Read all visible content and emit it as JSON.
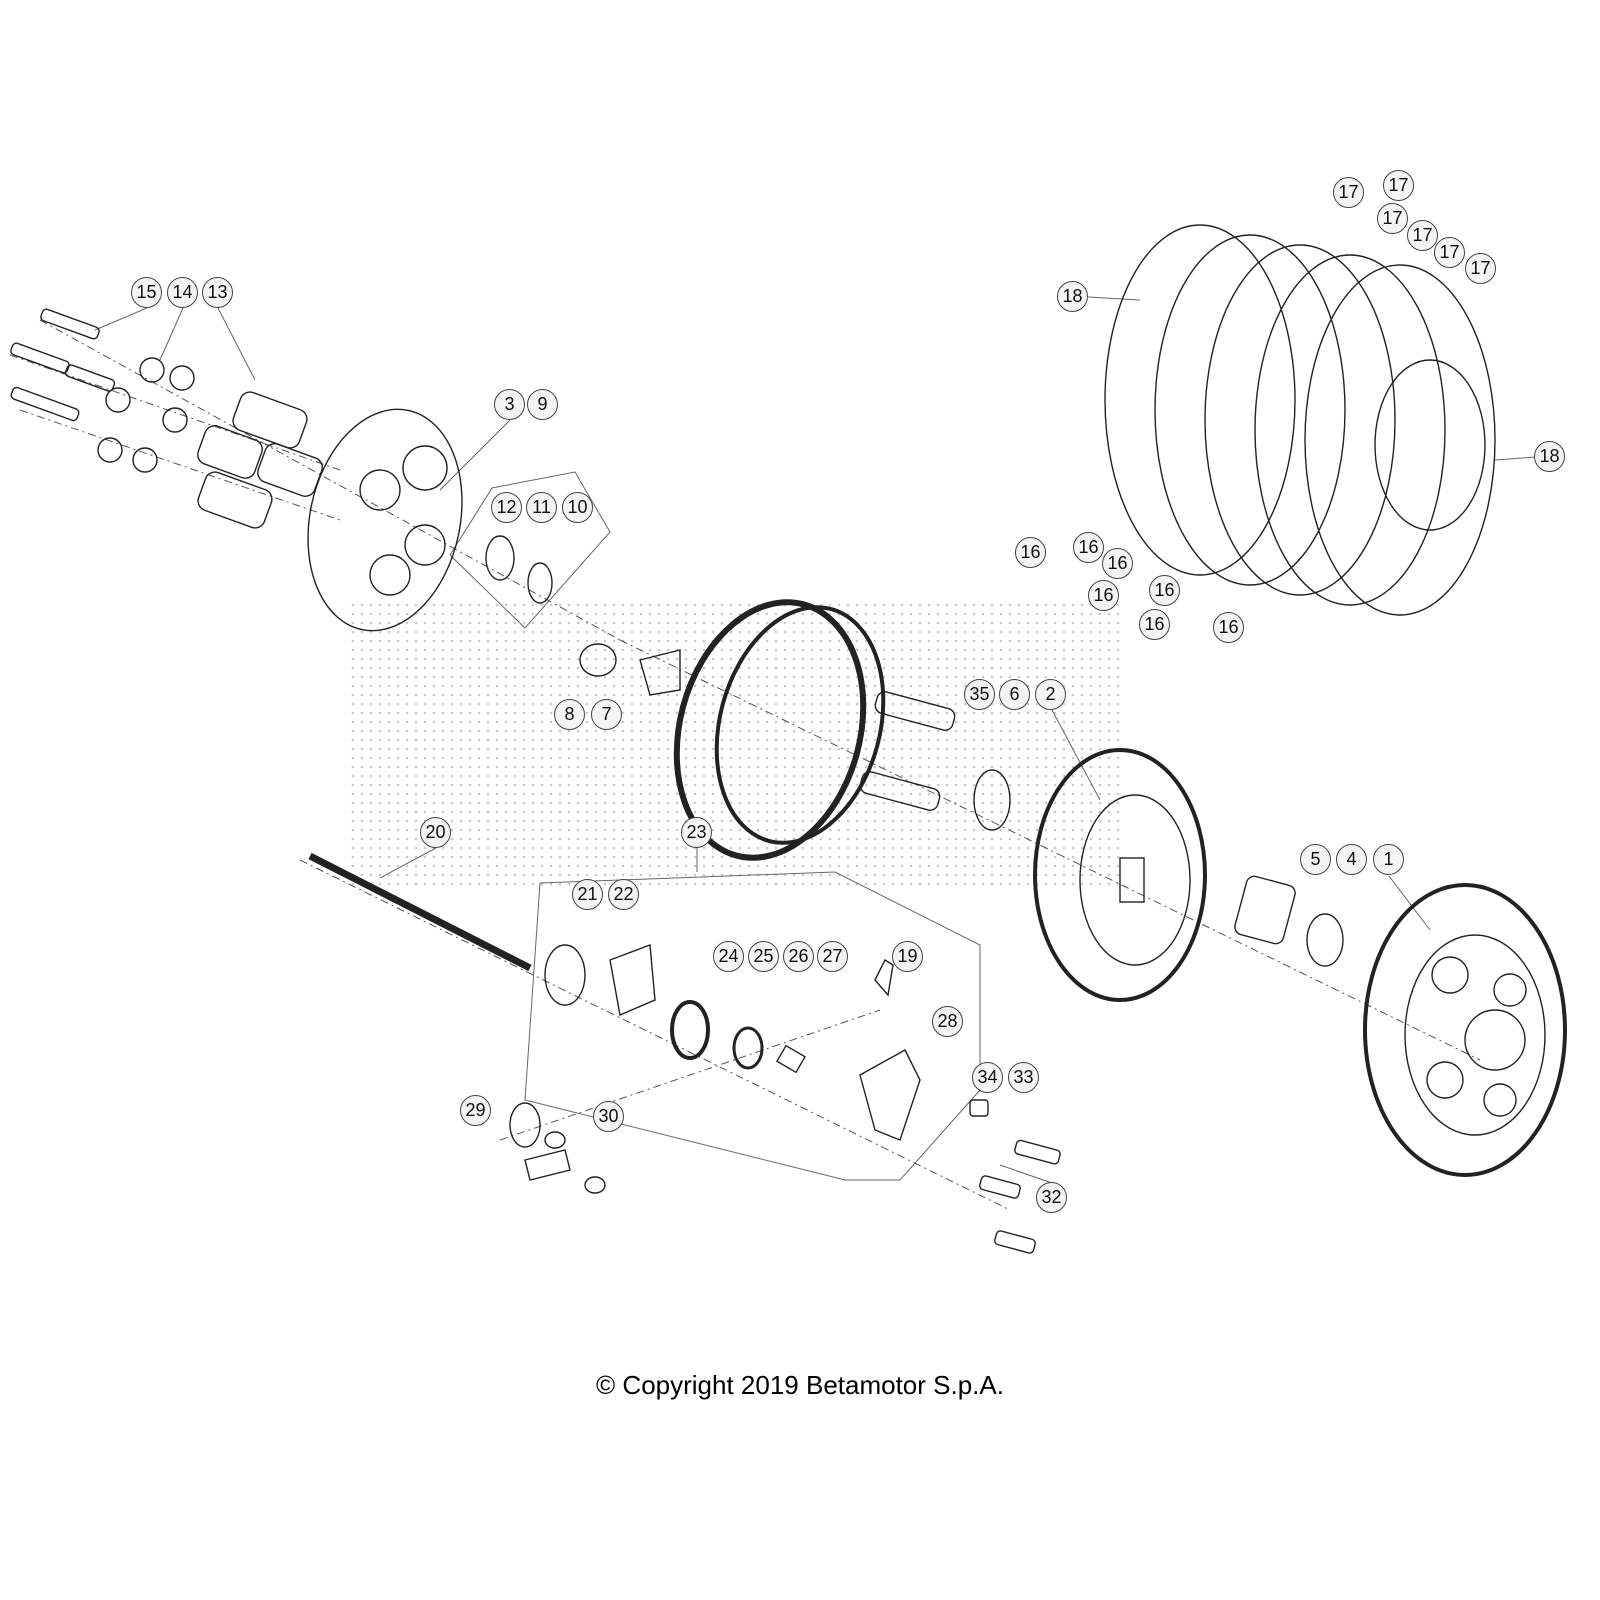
{
  "diagram": {
    "callouts": [
      "15",
      "14",
      "13",
      "3",
      "9",
      "12",
      "11",
      "10",
      "8",
      "7",
      "35",
      "6",
      "2",
      "20",
      "23",
      "21",
      "22",
      "24",
      "25",
      "26",
      "27",
      "19",
      "28",
      "5",
      "4",
      "1",
      "34",
      "33",
      "29",
      "30",
      "32",
      "17",
      "17",
      "17",
      "17",
      "17",
      "17",
      "18",
      "18",
      "16",
      "16",
      "16",
      "16",
      "16",
      "16",
      "16"
    ],
    "copyright": "© Copyright 2019 Betamotor S.p.A."
  }
}
